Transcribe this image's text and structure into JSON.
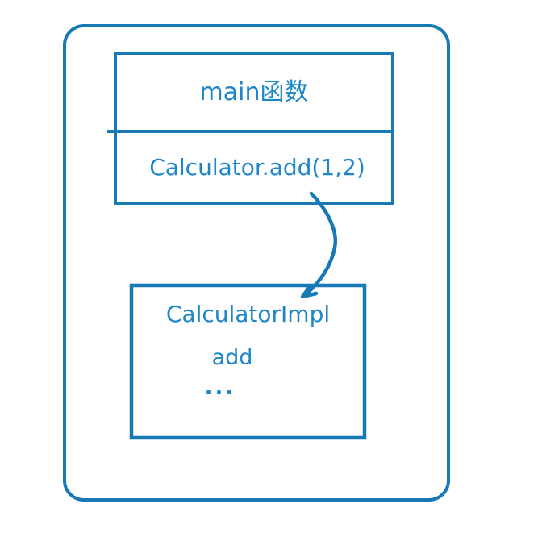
{
  "colors": {
    "stroke": "#1779b5",
    "text": "#1e86c8",
    "background": "#ffffff"
  },
  "diagram": {
    "main_box": {
      "title": "main函数",
      "call": "Calculator.add(1,2)"
    },
    "impl_box": {
      "title": "CalculatorImpl",
      "method": "add",
      "ellipsis": "..."
    },
    "arrow": {
      "name": "call-arrow",
      "from": "main_box",
      "to": "impl_box"
    }
  }
}
